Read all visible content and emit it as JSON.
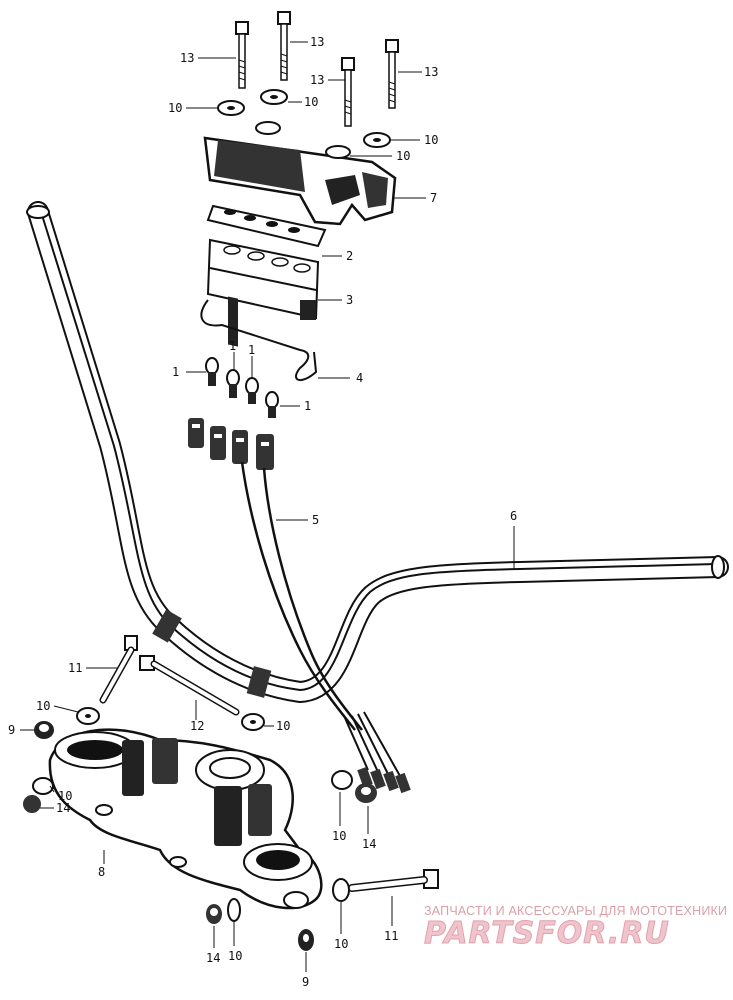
{
  "callouts": {
    "c1": "13",
    "c2": "13",
    "c3": "13",
    "c4": "13",
    "c5": "10",
    "c6": "10",
    "c7": "10",
    "c8": "10",
    "c9": "7",
    "c10": "2",
    "c11": "3",
    "c12": "4",
    "c13": "1",
    "c14": "1",
    "c15": "1",
    "c16": "5",
    "c17": "6",
    "c18": "11",
    "c19": "12",
    "c20": "10",
    "c21": "9",
    "c22": "10",
    "c23": "10",
    "c24": "14",
    "c25": "8",
    "c26": "10",
    "c27": "14",
    "c28": "14",
    "c29": "10",
    "c30": "10",
    "c31": "11",
    "c32": "9",
    "c33": "1"
  },
  "watermark": {
    "tagline": "ЗАПЧАСТИ И АКСЕССУАРЫ ДЛЯ МОТОТЕХНИКИ",
    "brand": "PARTSFOR.RU"
  }
}
